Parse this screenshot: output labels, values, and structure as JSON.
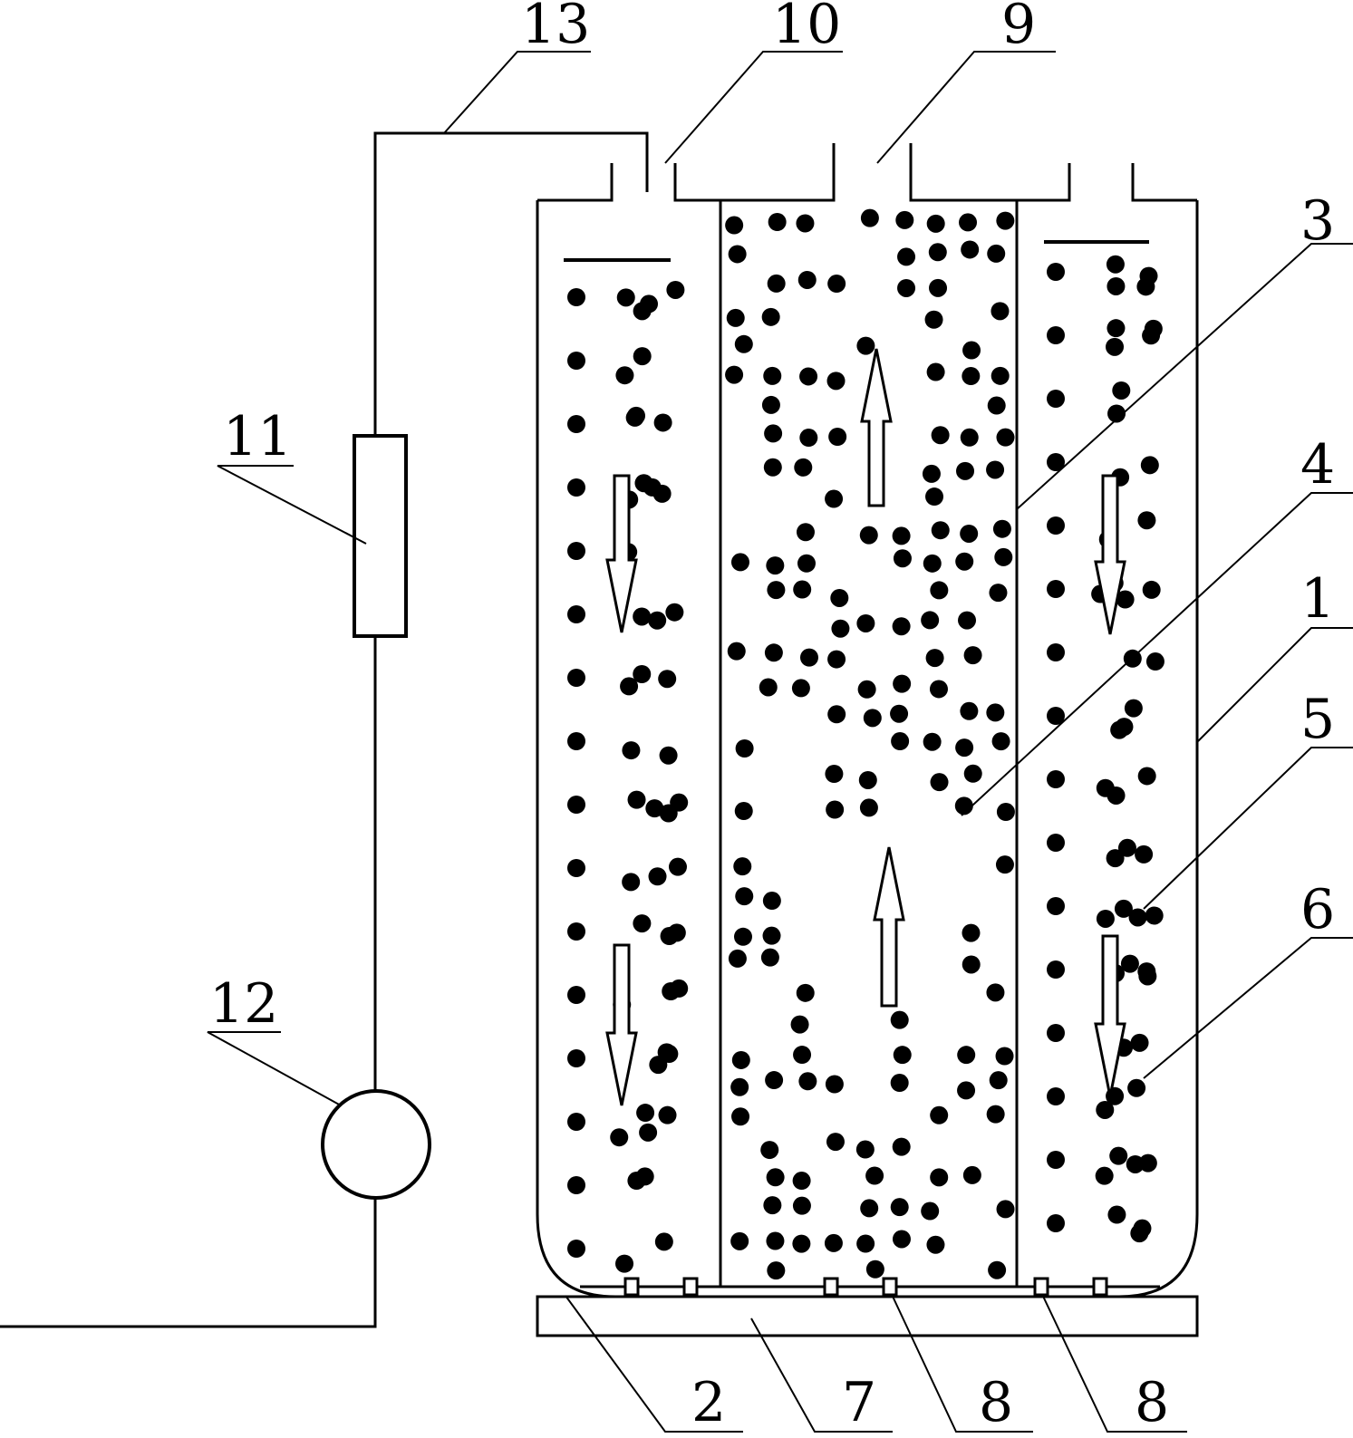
{
  "labels": {
    "n1": "1",
    "n2": "2",
    "n3": "3",
    "n4": "4",
    "n5": "5",
    "n6": "6",
    "n7": "7",
    "n8a": "8",
    "n8b": "8",
    "n9": "9",
    "n10": "10",
    "n11": "11",
    "n12": "12",
    "n13": "13"
  }
}
